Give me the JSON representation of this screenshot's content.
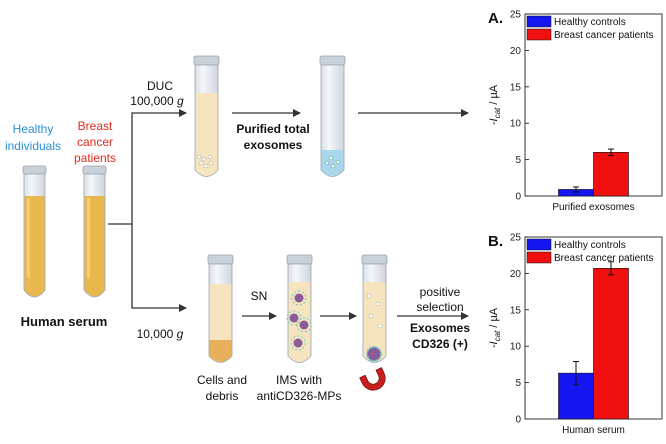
{
  "diagram": {
    "healthy_label": [
      "Healthy",
      "individuals"
    ],
    "cancer_label": [
      "Breast",
      "cancer",
      "patients"
    ],
    "human_serum": "Human serum",
    "duc_label": "DUC",
    "duc_speed_num": "100,000",
    "g_unit": "g",
    "purified_label": [
      "Purified total",
      "exosomes"
    ],
    "speed_10k_num": "10,000",
    "cells_label": [
      "Cells and",
      "debris"
    ],
    "sn_label": "SN",
    "ims_label": [
      "IMS with",
      "antiCD326-MPs"
    ],
    "selection_label": [
      "positive",
      "selection"
    ],
    "exosomes_label": [
      "Exosomes",
      "CD326 (+)"
    ]
  },
  "colors": {
    "healthy_text": "#2b8fd8",
    "cancer_text": "#e22b1b",
    "healthy_bar": "#1515f0",
    "cancer_bar": "#f01010"
  },
  "chart_data": [
    {
      "panel": "A.",
      "type": "bar",
      "categories": [
        "Purified exosomes"
      ],
      "ylabel": "-I_cat / µA",
      "ylim": [
        0,
        25
      ],
      "yticks": [
        0,
        5,
        10,
        15,
        20,
        25
      ],
      "series": [
        {
          "name": "Healthy controls",
          "values": [
            0.9
          ],
          "errors": [
            0.35
          ]
        },
        {
          "name": "Breast cancer patients",
          "values": [
            6.0
          ],
          "errors": [
            0.45
          ]
        }
      ]
    },
    {
      "panel": "B.",
      "type": "bar",
      "categories": [
        "Human serum"
      ],
      "ylabel": "-I_cat / µA",
      "ylim": [
        0,
        25
      ],
      "yticks": [
        0,
        5,
        10,
        15,
        20,
        25
      ],
      "series": [
        {
          "name": "Healthy controls",
          "values": [
            6.3
          ],
          "errors": [
            1.6
          ]
        },
        {
          "name": "Breast cancer patients",
          "values": [
            20.7
          ],
          "errors": [
            0.9
          ]
        }
      ]
    }
  ]
}
